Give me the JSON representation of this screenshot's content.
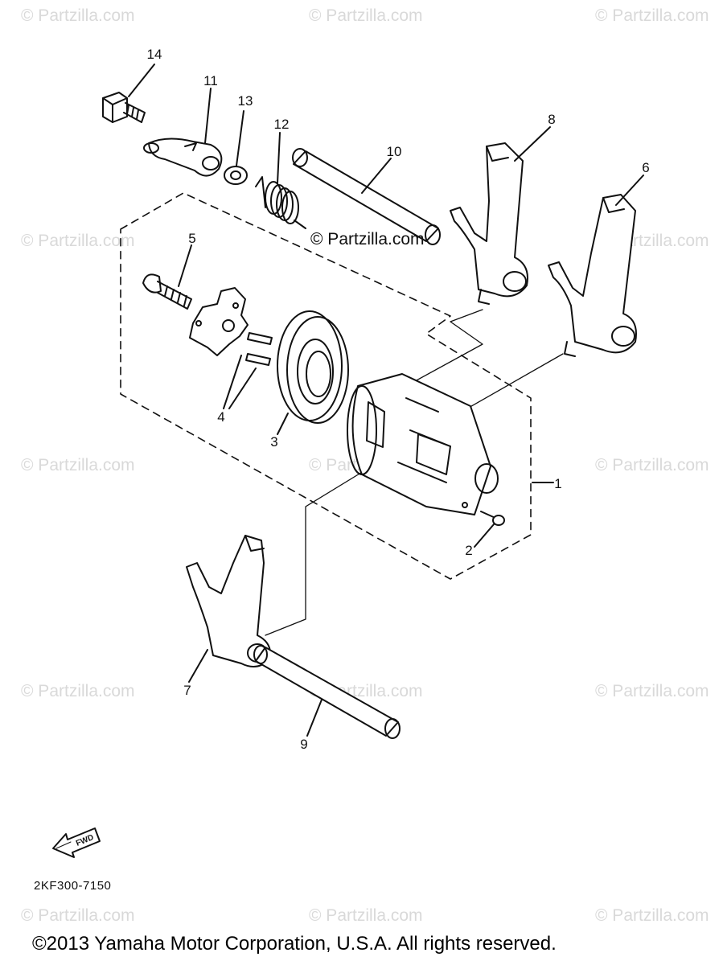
{
  "watermark": "© Partzilla.com",
  "watermark_center": "© Partzilla.com",
  "part_labels": [
    "1",
    "2",
    "3",
    "4",
    "5",
    "6",
    "7",
    "8",
    "9",
    "10",
    "11",
    "12",
    "13",
    "14"
  ],
  "fwd_label": "FWD",
  "diagram_code": "2KF300-7150",
  "copyright": "©2013  Yamaha Motor Corporation, U.S.A. All rights reserved."
}
